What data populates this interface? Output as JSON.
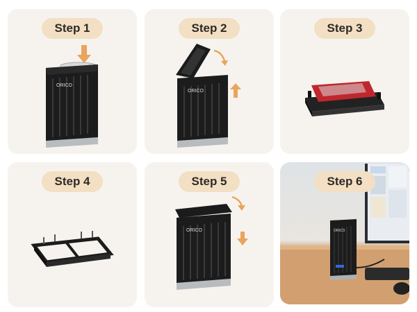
{
  "steps": [
    {
      "label": "Step 1"
    },
    {
      "label": "Step 2"
    },
    {
      "label": "Step 3"
    },
    {
      "label": "Step 4"
    },
    {
      "label": "Step 5"
    },
    {
      "label": "Step 6"
    }
  ],
  "brand": {
    "logo_text": "ORICO"
  },
  "colors": {
    "card_bg": "#f6f3ef",
    "pill_bg": "#f3dfc3",
    "arrow": "#e9a45e",
    "enclosure": "#1c1c1c",
    "drive_label": "#c0272d"
  }
}
